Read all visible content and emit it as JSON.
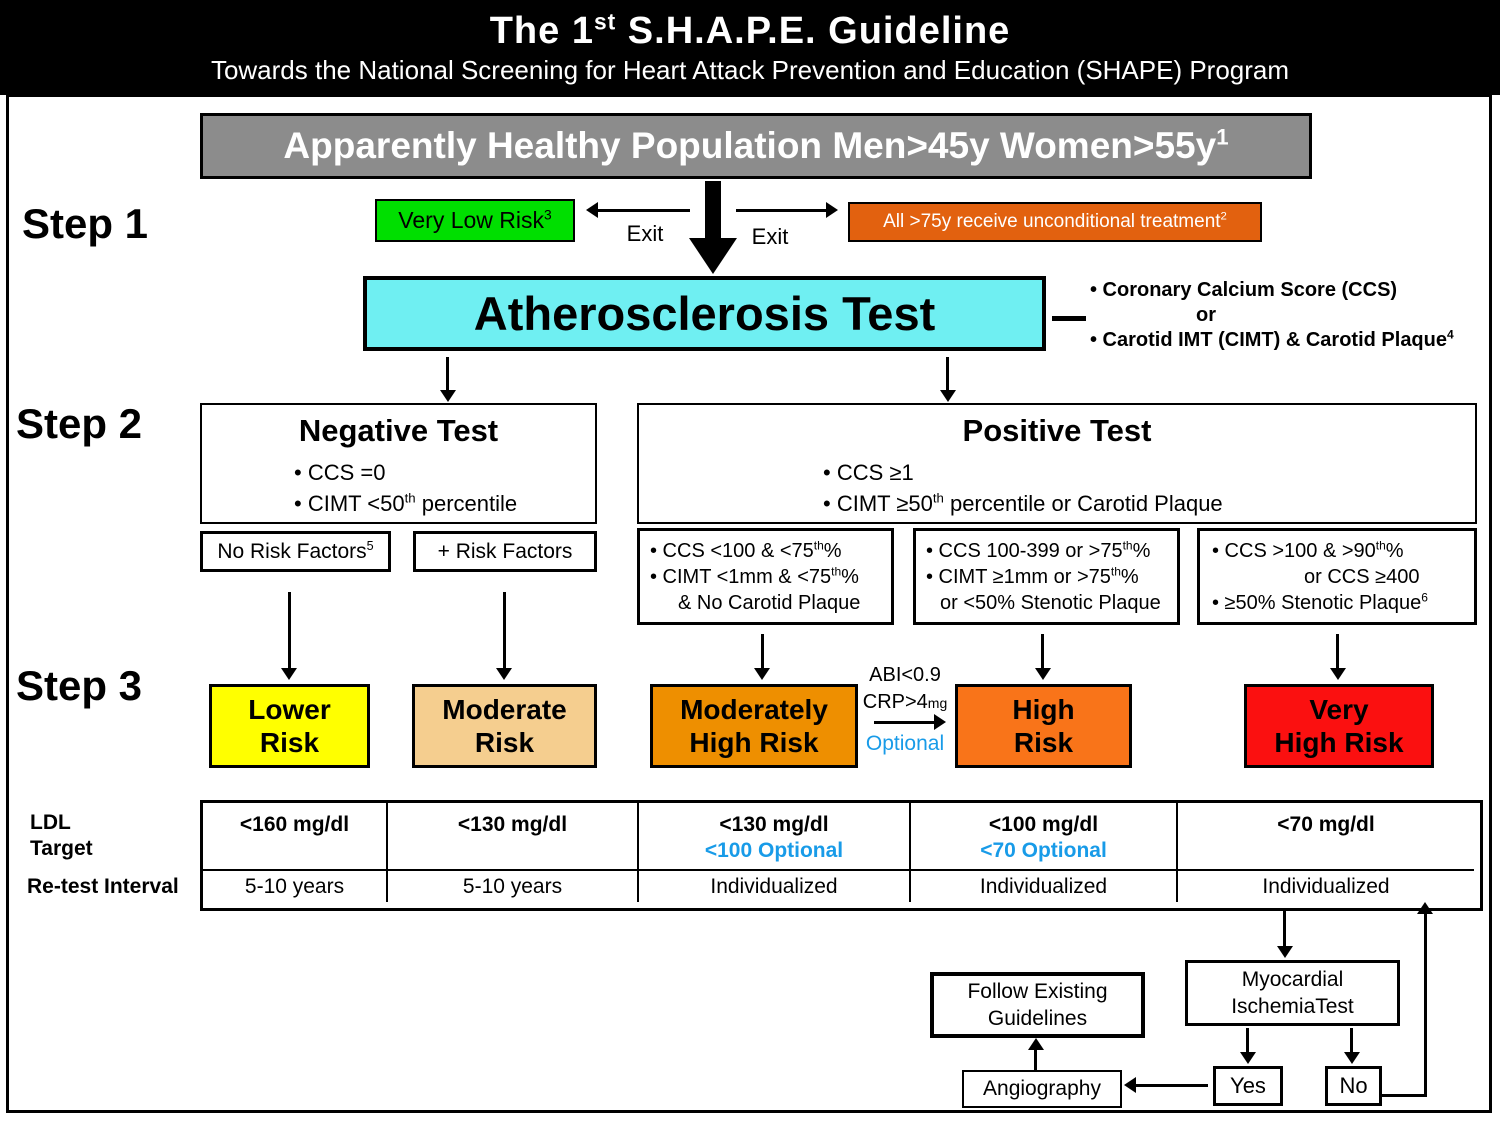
{
  "colors": {
    "population_bg": "#8C8C8C",
    "very_low_risk_bg": "#00DF00",
    "treatment_bg": "#E2610F",
    "athero_bg": "#6FEFF2",
    "lower_bg": "#FFFF00",
    "moderate_bg": "#F5CE8F",
    "mod_high_bg": "#EE8F00",
    "high_bg": "#F97419",
    "very_high_bg": "#FB1010",
    "optional_blue": "#189BE8"
  },
  "header": {
    "title_pre": "The 1",
    "title_sup": "st",
    "title_post": " S.H.A.P.E. Guideline",
    "subtitle": "Towards the National Screening for Heart Attack Prevention and Education (SHAPE) Program"
  },
  "population": {
    "text": "Apparently Healthy Population Men>45y Women>55y",
    "sup": "1"
  },
  "steps": {
    "step1": "Step 1",
    "step2": "Step 2",
    "step3": "Step 3"
  },
  "step1": {
    "very_low_risk": "Very Low Risk",
    "very_low_risk_sup": "3",
    "exit_left": "Exit",
    "exit_right": "Exit",
    "treatment": "All >75y receive unconditional treatment",
    "treatment_sup": "2"
  },
  "athero": {
    "title": "Atherosclerosis Test",
    "note1": "• Coronary Calcium Score (CCS)",
    "note_or": "or",
    "note2": "• Carotid IMT (CIMT) & Carotid Plaque",
    "note2_sup": "4"
  },
  "negative": {
    "title": "Negative Test",
    "b1": "• CCS =0",
    "b2_pre": "• CIMT <50",
    "b2_sup": "th",
    "b2_post": " percentile"
  },
  "positive": {
    "title": "Positive Test",
    "b1": "• CCS  ≥1",
    "b2_pre": "• CIMT ≥50",
    "b2_sup": "th",
    "b2_post": " percentile or Carotid Plaque"
  },
  "factors": {
    "no_rf": "No Risk Factors",
    "no_rf_sup": "5",
    "plus_rf": "+ Risk Factors"
  },
  "criteria1": {
    "l1_pre": "• CCS  <100   & <75",
    "l1_sup": "th",
    "l1_post": "%",
    "l2_pre": "• CIMT <1mm & <75",
    "l2_sup": "th",
    "l2_post": "%",
    "l3": "& No Carotid Plaque"
  },
  "criteria2": {
    "l1_pre": "• CCS 100-399 or >75",
    "l1_sup": "th",
    "l1_post": "%",
    "l2_pre": "• CIMT  ≥1mm  or >75",
    "l2_sup": "th",
    "l2_post": "%",
    "l3": "or <50% Stenotic Plaque"
  },
  "criteria3": {
    "l1_pre": "• CCS >100 & >90",
    "l1_sup": "th",
    "l1_post": "%",
    "l2": "or CCS ≥400",
    "l3_pre": "• ≥50% Stenotic Plaque",
    "l3_sup": "6"
  },
  "risk": {
    "lower_1": "Lower",
    "lower_2": "Risk",
    "moderate_1": "Moderate",
    "moderate_2": "Risk",
    "mod_high_1": "Moderately",
    "mod_high_2": "High Risk",
    "high_1": "High",
    "high_2": "Risk",
    "very_high_1": "Very",
    "very_high_2": "High Risk"
  },
  "abi": {
    "l1": "ABI<0.9",
    "l2_pre": "CRP>4",
    "l2_small": "mg",
    "optional": "Optional"
  },
  "table": {
    "ldl_label_1": "LDL",
    "ldl_label_2": "Target",
    "retest_label": "Re-test Interval",
    "columns": [
      {
        "ldl": "<160 mg/dl",
        "optional": "",
        "retest": "5-10 years"
      },
      {
        "ldl": "<130 mg/dl",
        "optional": "",
        "retest": "5-10 years"
      },
      {
        "ldl": "<130 mg/dl",
        "optional": "<100 Optional",
        "retest": "Individualized"
      },
      {
        "ldl": "<100 mg/dl",
        "optional": "<70 Optional",
        "retest": "Individualized"
      },
      {
        "ldl": "<70 mg/dl",
        "optional": "",
        "retest": "Individualized"
      }
    ]
  },
  "bottom": {
    "follow_1": "Follow Existing",
    "follow_2": "Guidelines",
    "myo_1": "Myocardial",
    "myo_2": "IschemiaTest",
    "angio": "Angiography",
    "yes": "Yes",
    "no": "No"
  }
}
